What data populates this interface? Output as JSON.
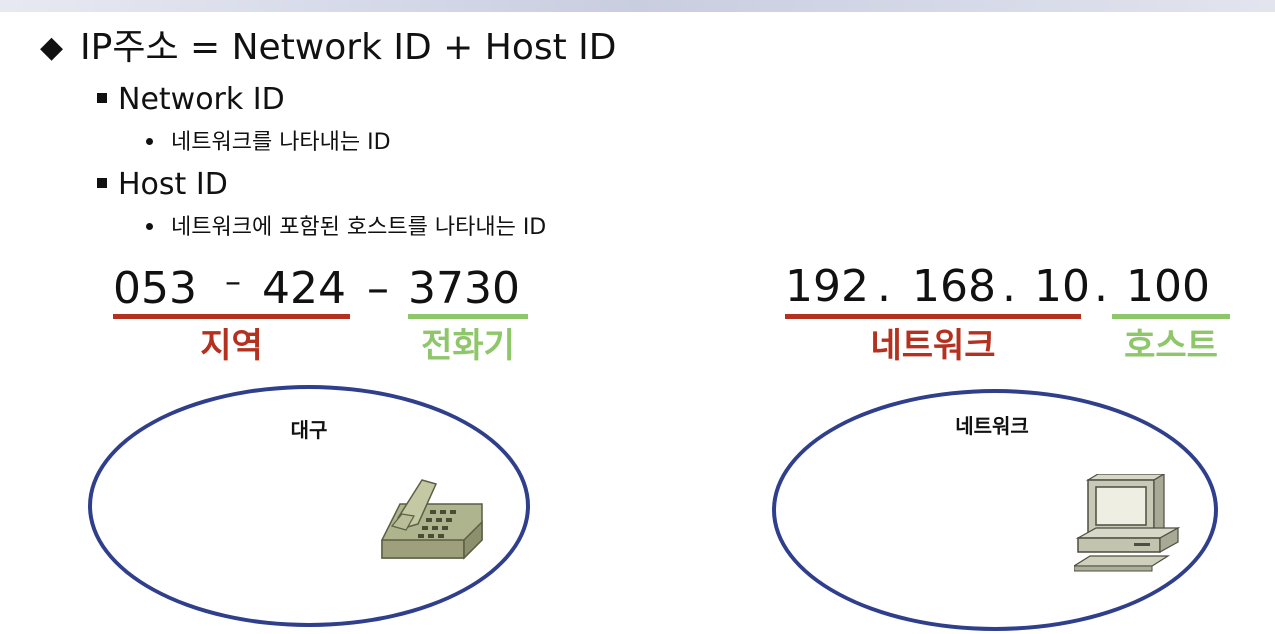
{
  "slide": {
    "title": "IP주소 = Network ID + Host ID",
    "title_bullet": "◆",
    "items": [
      {
        "heading": "Network ID",
        "sub": "네트워크를 나타내는 ID"
      },
      {
        "heading": "Host ID",
        "sub": "네트워크에 포함된 호스트를 나타내는 ID"
      }
    ]
  },
  "phone_example": {
    "part1": "053",
    "sep1": "–",
    "part2": "424",
    "sep2": "–",
    "part3": "3730",
    "label_area": "지역",
    "label_phone": "전화기",
    "ellipse_label": "대구"
  },
  "ip_example": {
    "o1": "192",
    "o2": "168",
    "o3": "10",
    "o4": "100",
    "dot": ".",
    "label_network": "네트워크",
    "label_host": "호스트",
    "ellipse_label": "네트워크"
  },
  "colors": {
    "network_red": "#b5311f",
    "host_green": "#8ec66a",
    "ellipse_blue": "#2f3f8c"
  },
  "icons": [
    "telephone-icon",
    "computer-icon"
  ]
}
